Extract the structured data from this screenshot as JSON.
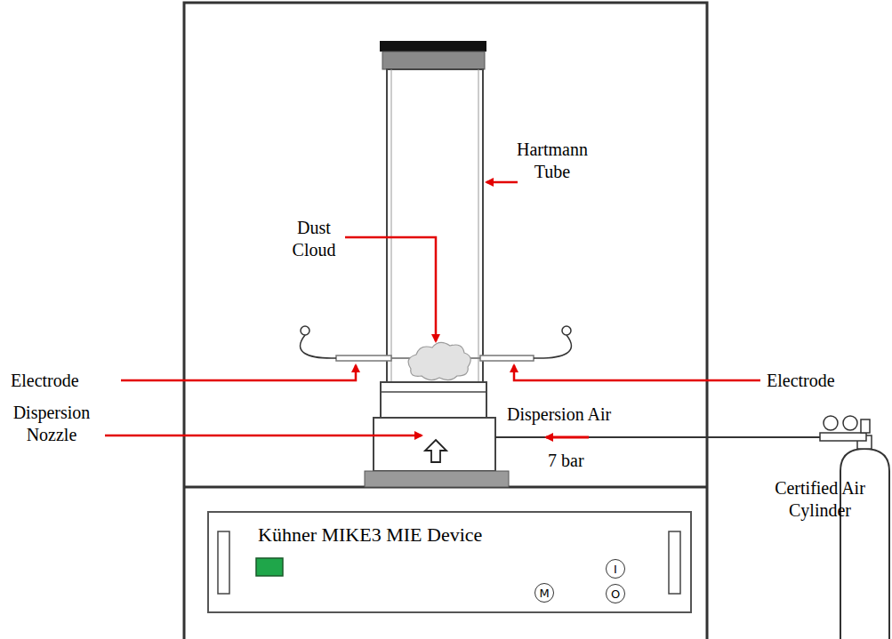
{
  "diagram": {
    "nodes": [
      {
        "text": [
          "Kühner MIKE3 MIE Device"
        ]
      },
      {
        "text": [
          "I"
        ],
        "in": 0
      },
      {
        "text": [
          "M"
        ],
        "in": 0
      },
      {
        "text": [
          "O"
        ],
        "in": 0
      }
    ],
    "labels": [
      "Hartmann Tube",
      "Dust Cloud",
      "Electrode",
      "Electrode",
      "Dispersion Nozzle",
      "Dispersion Air",
      "7 bar",
      "Certified Air Cylinder"
    ]
  }
}
